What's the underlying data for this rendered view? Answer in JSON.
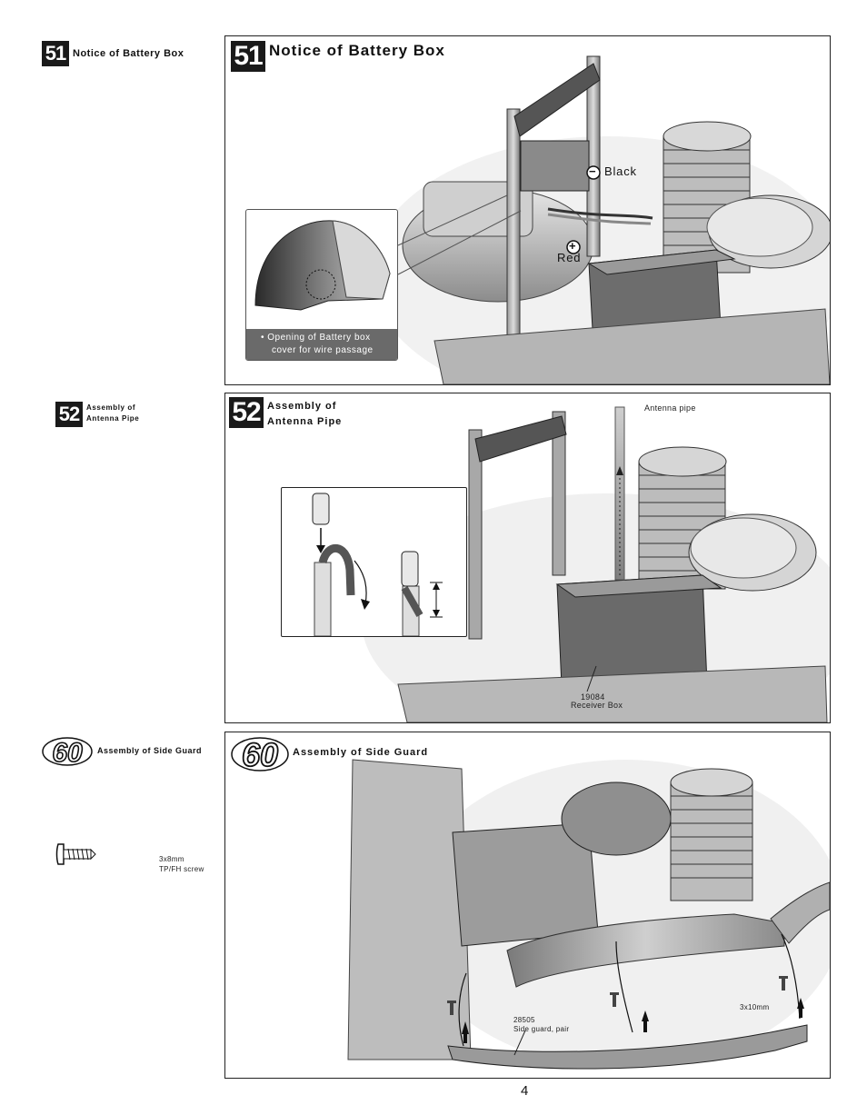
{
  "sections": [
    {
      "step": "51",
      "side_label": "Notice of Battery Box",
      "title": "Notice of Battery Box",
      "labels": {
        "black": "Black",
        "red": "Red",
        "minus_symbol": "−",
        "plus_symbol": "+"
      },
      "callout_caption_line1": "Opening of Battery box",
      "callout_caption_line2": "cover for wire passage"
    },
    {
      "step": "52",
      "side_label_line1": "Assembly of",
      "side_label_line2": "Antenna Pipe",
      "title_line1": "Assembly of",
      "title_line2": "Antenna Pipe",
      "labels": {
        "antenna_pipe": "Antenna pipe",
        "part_number": "19084",
        "receiver_box": "Receiver Box"
      }
    },
    {
      "step": "60",
      "side_label": "Assembly of Side Guard",
      "title": "Assembly of Side Guard",
      "screw_spec_line1": "3x8mm",
      "screw_spec_line2": "TP/FH screw",
      "labels": {
        "screw_size": "3x10mm",
        "part_number": "28505",
        "part_name": "Side guard, pair"
      }
    }
  ],
  "page_number": "4"
}
